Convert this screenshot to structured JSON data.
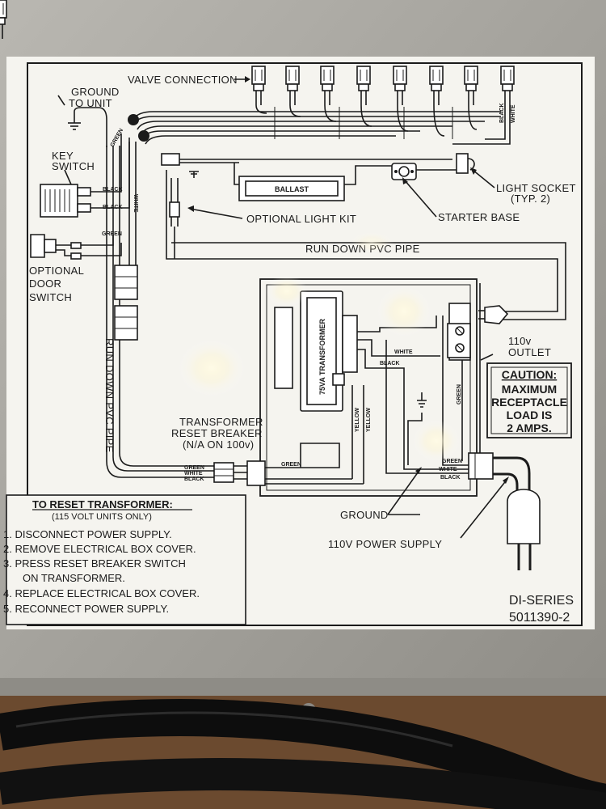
{
  "labels": {
    "valve_connection": "VALVE CONNECTION",
    "ground_to_unit_1": "GROUND",
    "ground_to_unit_2": "TO UNIT",
    "key_switch_1": "KEY",
    "key_switch_2": "SWITCH",
    "optional_door_switch_1": "OPTIONAL",
    "optional_door_switch_2": "DOOR",
    "optional_door_switch_3": "SWITCH",
    "ballast": "BALLAST",
    "optional_light_kit": "OPTIONAL LIGHT KIT",
    "starter_base": "STARTER BASE",
    "light_socket_1": "LIGHT SOCKET",
    "light_socket_2": "(TYP. 2)",
    "run_down_pvc_pipe_top": "RUN DOWN PVC PIPE",
    "run_down_pvc_pipe_vertical": "RUN DOWN PVC PIPE",
    "transformer": "75VA TRANSFORMER",
    "transformer_reset_breaker_1": "TRANSFORMER",
    "transformer_reset_breaker_2": "RESET BREAKER",
    "transformer_reset_breaker_3": "(N/A ON 100v)",
    "outlet_1": "110v",
    "outlet_2": "OUTLET",
    "ground": "GROUND",
    "power_supply": "110V POWER SUPPLY"
  },
  "wire_labels": {
    "green": "GREEN",
    "black": "BLACK",
    "white": "WHITE",
    "yellow": "YELLOW"
  },
  "caution": {
    "title": "CAUTION:",
    "line1": "MAXIMUM",
    "line2": "RECEPTACLE",
    "line3": "LOAD IS",
    "line4": "2 AMPS."
  },
  "reset_instructions": {
    "title": "TO RESET TRANSFORMER:",
    "subtitle": "(115 VOLT UNITS ONLY)",
    "steps": [
      "1. DISCONNECT POWER SUPPLY.",
      "2. REMOVE ELECTRICAL BOX COVER.",
      "3. PRESS RESET BREAKER SWITCH",
      "ON TRANSFORMER.",
      "4. REPLACE ELECTRICAL BOX COVER.",
      "5. RECONNECT POWER SUPPLY."
    ]
  },
  "model": {
    "series": "DI-SERIES",
    "part_number": "5011390-2"
  },
  "colors": {
    "sticker": "#f5f4ef",
    "ink": "#1b1b1b",
    "metal": "#a9a7a1",
    "cable": "#0d0d0d",
    "wood": "#6b4a2f"
  }
}
